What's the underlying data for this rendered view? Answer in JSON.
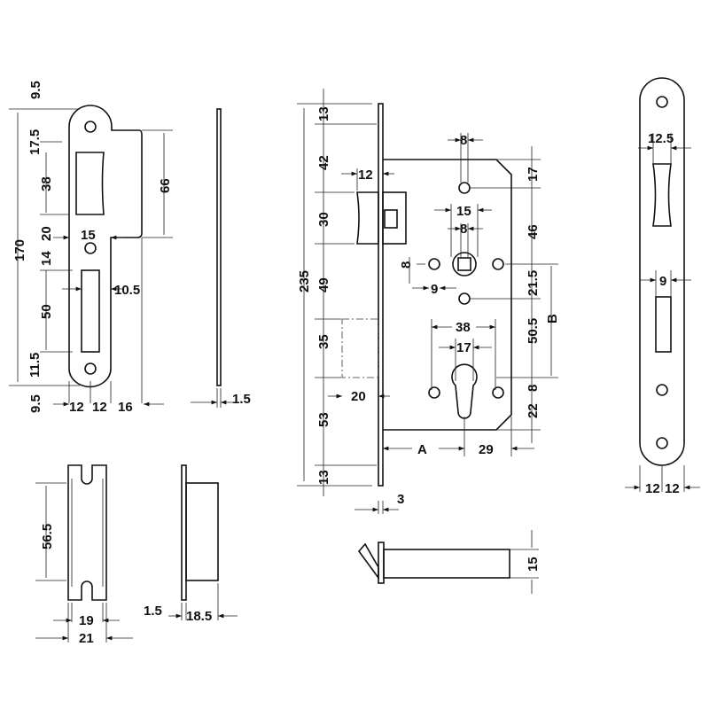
{
  "strike_plate": {
    "dims": [
      "9.5",
      "17.5",
      "38",
      "20",
      "170",
      "14",
      "50",
      "11.5",
      "9.5",
      "15",
      "66",
      "10.5",
      "12",
      "12",
      "16"
    ],
    "thickness": "1.5"
  },
  "lock_body": {
    "left_dims": [
      "13",
      "42",
      "30",
      "235",
      "49",
      "35",
      "53",
      "13"
    ],
    "bolt_dims": [
      "12",
      "20"
    ],
    "center_dims": [
      "8",
      "15",
      "8",
      "8",
      "9",
      "38",
      "17"
    ],
    "right_dims": [
      "17",
      "46",
      "21.5",
      "50.5",
      "B",
      "8",
      "22"
    ],
    "bottom_dims": [
      "A",
      "29",
      "3"
    ]
  },
  "keeper_box": {
    "dims": [
      "56.5",
      "19",
      "21",
      "1.5",
      "18.5"
    ]
  },
  "bolt_side": {
    "dims": [
      "15"
    ]
  },
  "faceplate": {
    "dims": [
      "12.5",
      "9",
      "12",
      "12"
    ]
  }
}
